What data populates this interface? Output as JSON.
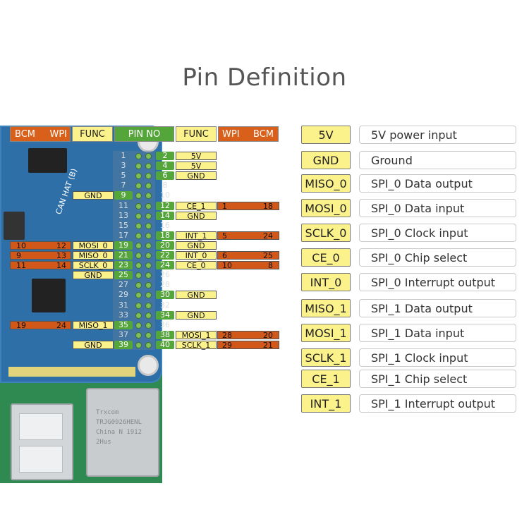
{
  "title": "Pin Definition",
  "header": {
    "left_bcm": "BCM",
    "left_wpi": "WPI",
    "left_func": "FUNC",
    "pin_no": "PIN NO",
    "right_func": "FUNC",
    "right_wpi": "WPI",
    "right_bcm": "BCM"
  },
  "board": {
    "label": "CAN HAT (B)",
    "rj45_lines": [
      "Trxcom",
      "TRJG0926HENL",
      "China  N  1912",
      "2Hus"
    ]
  },
  "pins": [
    {
      "odd": "1",
      "even": "2",
      "left_func": "",
      "right_func": "5V",
      "lw": "",
      "lb": "",
      "rw": "",
      "rb": ""
    },
    {
      "odd": "3",
      "even": "4",
      "left_func": "",
      "right_func": "5V",
      "lw": "",
      "lb": "",
      "rw": "",
      "rb": ""
    },
    {
      "odd": "5",
      "even": "6",
      "left_func": "",
      "right_func": "GND",
      "lw": "",
      "lb": "",
      "rw": "",
      "rb": ""
    },
    {
      "odd": "7",
      "even": "8",
      "left_func": "",
      "right_func": "",
      "lw": "",
      "lb": "",
      "rw": "",
      "rb": ""
    },
    {
      "odd": "9",
      "even": "10",
      "left_func": "GND",
      "right_func": "",
      "lw": "",
      "lb": "",
      "rw": "",
      "rb": ""
    },
    {
      "odd": "11",
      "even": "12",
      "left_func": "",
      "right_func": "CE_1",
      "lw": "",
      "lb": "",
      "rw": "1",
      "rb": "18"
    },
    {
      "odd": "13",
      "even": "14",
      "left_func": "",
      "right_func": "GND",
      "lw": "",
      "lb": "",
      "rw": "",
      "rb": ""
    },
    {
      "odd": "15",
      "even": "16",
      "left_func": "",
      "right_func": "",
      "lw": "",
      "lb": "",
      "rw": "",
      "rb": ""
    },
    {
      "odd": "17",
      "even": "18",
      "left_func": "",
      "right_func": "INT_1",
      "lw": "",
      "lb": "",
      "rw": "5",
      "rb": "24"
    },
    {
      "odd": "19",
      "even": "20",
      "left_func": "MOSI_0",
      "right_func": "GND",
      "lw": "12",
      "lb": "10",
      "rw": "",
      "rb": ""
    },
    {
      "odd": "21",
      "even": "22",
      "left_func": "MISO_0",
      "right_func": "INT_0",
      "lw": "13",
      "lb": "9",
      "rw": "6",
      "rb": "25"
    },
    {
      "odd": "23",
      "even": "24",
      "left_func": "SCLK_0",
      "right_func": "CE_0",
      "lw": "14",
      "lb": "11",
      "rw": "10",
      "rb": "8"
    },
    {
      "odd": "25",
      "even": "26",
      "left_func": "GND",
      "right_func": "",
      "lw": "",
      "lb": "",
      "rw": "",
      "rb": ""
    },
    {
      "odd": "27",
      "even": "28",
      "left_func": "",
      "right_func": "",
      "lw": "",
      "lb": "",
      "rw": "",
      "rb": ""
    },
    {
      "odd": "29",
      "even": "30",
      "left_func": "",
      "right_func": "GND",
      "lw": "",
      "lb": "",
      "rw": "",
      "rb": ""
    },
    {
      "odd": "31",
      "even": "32",
      "left_func": "",
      "right_func": "",
      "lw": "",
      "lb": "",
      "rw": "",
      "rb": ""
    },
    {
      "odd": "33",
      "even": "34",
      "left_func": "",
      "right_func": "GND",
      "lw": "",
      "lb": "",
      "rw": "",
      "rb": ""
    },
    {
      "odd": "35",
      "even": "36",
      "left_func": "MISO_1",
      "right_func": "",
      "lw": "24",
      "lb": "19",
      "rw": "",
      "rb": ""
    },
    {
      "odd": "37",
      "even": "38",
      "left_func": "",
      "right_func": "MOSI_1",
      "lw": "",
      "lb": "",
      "rw": "28",
      "rb": "20"
    },
    {
      "odd": "39",
      "even": "40",
      "left_func": "GND",
      "right_func": "SCLK_1",
      "lw": "",
      "lb": "",
      "rw": "29",
      "rb": "21"
    }
  ],
  "legend": [
    {
      "key": "5V",
      "desc": "5V power input"
    },
    {
      "key": "GND",
      "desc": "Ground"
    },
    {
      "key": "MISO_0",
      "desc": "SPI_0 Data output"
    },
    {
      "key": "MOSI_0",
      "desc": "SPI_0 Data input"
    },
    {
      "key": "SCLK_0",
      "desc": "SPI_0 Clock input"
    },
    {
      "key": "CE_0",
      "desc": "SPI_0 Chip select"
    },
    {
      "key": "INT_0",
      "desc": "SPI_0 Interrupt output"
    },
    {
      "key": "MISO_1",
      "desc": "SPI_1 Data output"
    },
    {
      "key": "MOSI_1",
      "desc": "SPI_1 Data input"
    },
    {
      "key": "SCLK_1",
      "desc": "SPI_1 Clock input"
    },
    {
      "key": "CE_1",
      "desc": "SPI_1 Chip select"
    },
    {
      "key": "INT_1",
      "desc": "SPI_1 Interrupt output"
    }
  ],
  "colors": {
    "yellow": "#fbf28c",
    "orange": "#d9601a",
    "green": "#55a63a",
    "board": "#2e6fa8"
  }
}
